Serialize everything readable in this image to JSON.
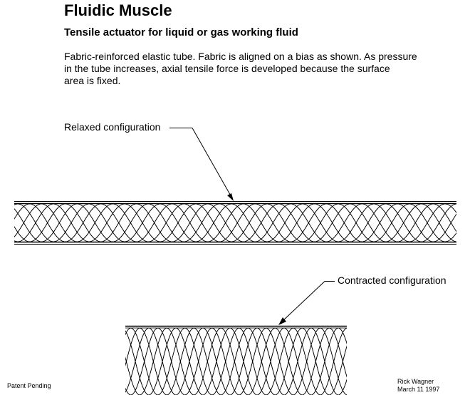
{
  "title": "Fluidic Muscle",
  "subtitle": "Tensile actuator for liquid or gas working fluid",
  "description": [
    "Fabric-reinforced elastic tube. Fabric is aligned on a bias as shown. As pressure",
    "in the tube increases, axial tensile force is developed because the surface",
    "area is fixed."
  ],
  "labels": {
    "relaxed": "Relaxed configuration",
    "contracted": "Contracted configuration"
  },
  "footer": {
    "patent": "Patent Pending",
    "author": "Rick Wagner",
    "date": "March 11 1997"
  },
  "colors": {
    "ink": "#000000",
    "background": "#ffffff"
  }
}
